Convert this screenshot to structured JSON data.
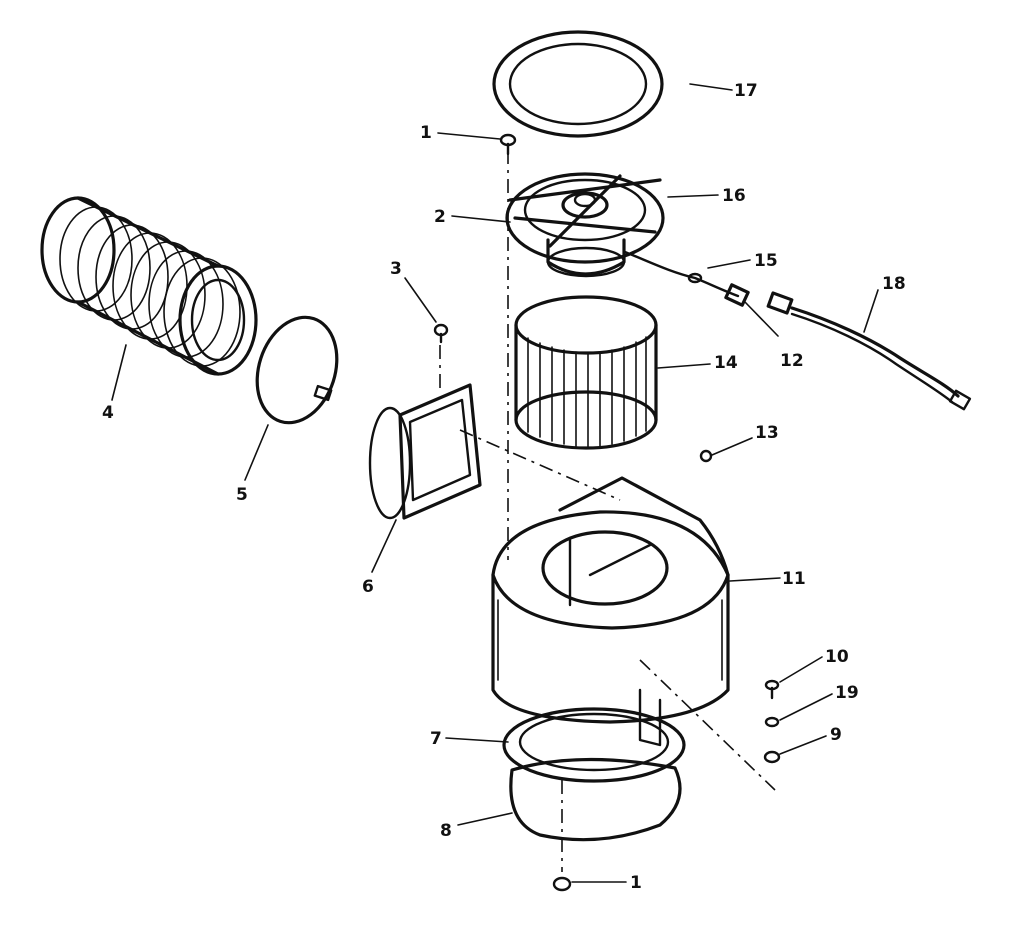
{
  "diagram": {
    "callouts": [
      {
        "id": "callout-1-top",
        "label": "1"
      },
      {
        "id": "callout-1-bottom",
        "label": "1"
      },
      {
        "id": "callout-2",
        "label": "2"
      },
      {
        "id": "callout-3",
        "label": "3"
      },
      {
        "id": "callout-4",
        "label": "4"
      },
      {
        "id": "callout-5",
        "label": "5"
      },
      {
        "id": "callout-6",
        "label": "6"
      },
      {
        "id": "callout-7",
        "label": "7"
      },
      {
        "id": "callout-8",
        "label": "8"
      },
      {
        "id": "callout-9",
        "label": "9"
      },
      {
        "id": "callout-10",
        "label": "10"
      },
      {
        "id": "callout-11",
        "label": "11"
      },
      {
        "id": "callout-12",
        "label": "12"
      },
      {
        "id": "callout-13",
        "label": "13"
      },
      {
        "id": "callout-14",
        "label": "14"
      },
      {
        "id": "callout-15",
        "label": "15"
      },
      {
        "id": "callout-16",
        "label": "16"
      },
      {
        "id": "callout-17",
        "label": "17"
      },
      {
        "id": "callout-18",
        "label": "18"
      },
      {
        "id": "callout-19",
        "label": "19"
      }
    ]
  }
}
